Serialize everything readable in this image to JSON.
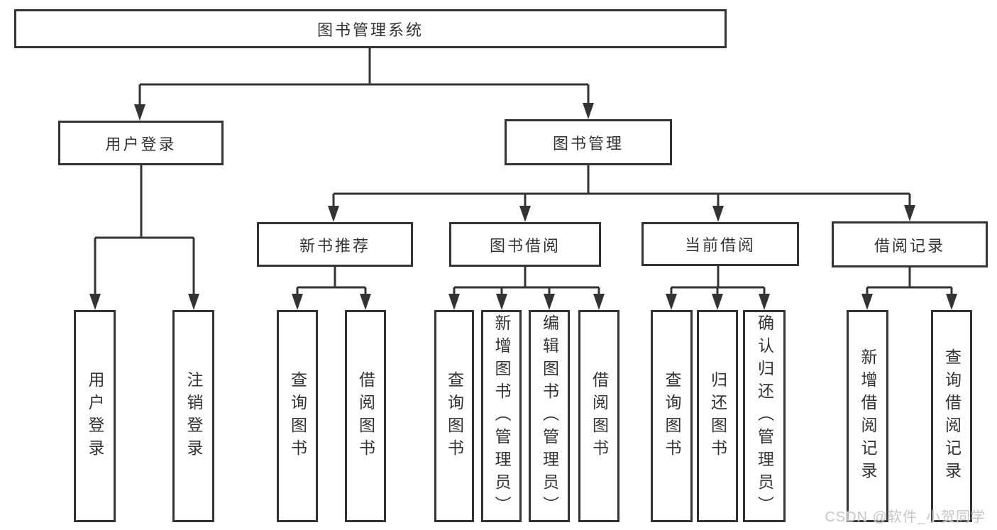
{
  "diagram_type": "hierarchy-tree",
  "tree": {
    "root": {
      "label": "图书管理系统"
    },
    "user_login": {
      "label": "用户登录",
      "children": [
        "用户登录",
        "注销登录"
      ]
    },
    "book_management": {
      "label": "图书管理"
    },
    "new_book_recommend": {
      "label": "新书推荐",
      "children": [
        "查询图书",
        "借阅图书"
      ]
    },
    "book_borrow": {
      "label": "图书借阅",
      "children": [
        "查询图书",
        "新增图书（管理员）",
        "编辑图书（管理员）",
        "借阅图书"
      ]
    },
    "current_borrow": {
      "label": "当前借阅",
      "children": [
        "查询图书",
        "归还图书",
        "确认归还（管理员）"
      ]
    },
    "borrow_records": {
      "label": "借阅记录",
      "children": [
        "新增借阅记录",
        "查询借阅记录"
      ]
    }
  },
  "watermark": {
    "text": "CSDN @软件_小贺同学"
  },
  "colors": {
    "line": "#333333",
    "text": "#333333",
    "background": "#ffffff",
    "watermark": "#c6c6c6"
  }
}
